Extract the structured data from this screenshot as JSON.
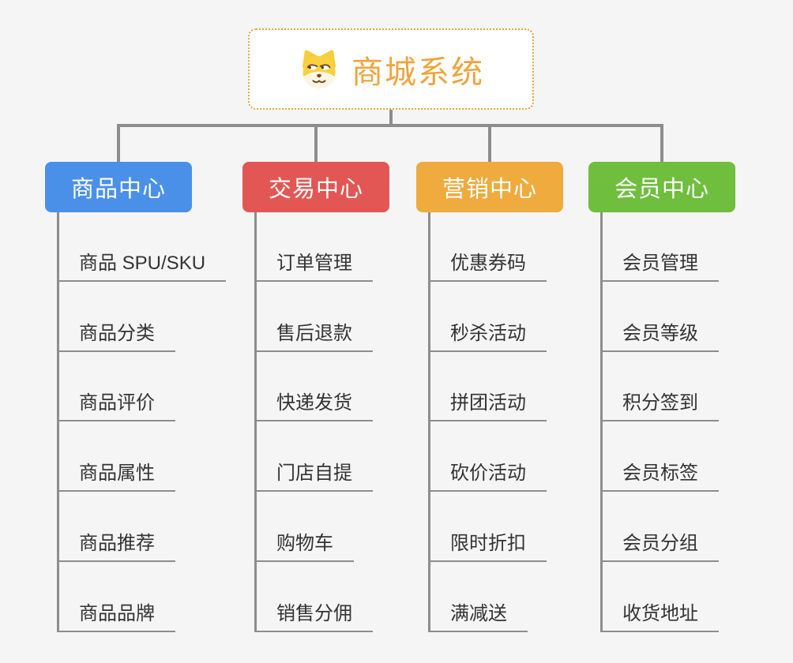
{
  "root": {
    "title": "商城系统",
    "icon": "shiba-dog-icon"
  },
  "branches": [
    {
      "label": "商品中心",
      "color": "#4A90E8",
      "items": [
        "商品 SPU/SKU",
        "商品分类",
        "商品评价",
        "商品属性",
        "商品推荐",
        "商品品牌"
      ]
    },
    {
      "label": "交易中心",
      "color": "#E25754",
      "items": [
        "订单管理",
        "售后退款",
        "快递发货",
        "门店自提",
        "购物车",
        "销售分佣"
      ]
    },
    {
      "label": "营销中心",
      "color": "#EFAB3D",
      "items": [
        "优惠券码",
        "秒杀活动",
        "拼团活动",
        "砍价活动",
        "限时折扣",
        "满减送"
      ]
    },
    {
      "label": "会员中心",
      "color": "#6FBE3E",
      "items": [
        "会员管理",
        "会员等级",
        "积分签到",
        "会员标签",
        "会员分组",
        "收货地址"
      ]
    }
  ],
  "colors": {
    "background": "#F5F5F6",
    "connector": "#8D8D8D",
    "root_accent": "#F0A43C",
    "root_border": "#E7A33C",
    "item_text": "#333333"
  }
}
